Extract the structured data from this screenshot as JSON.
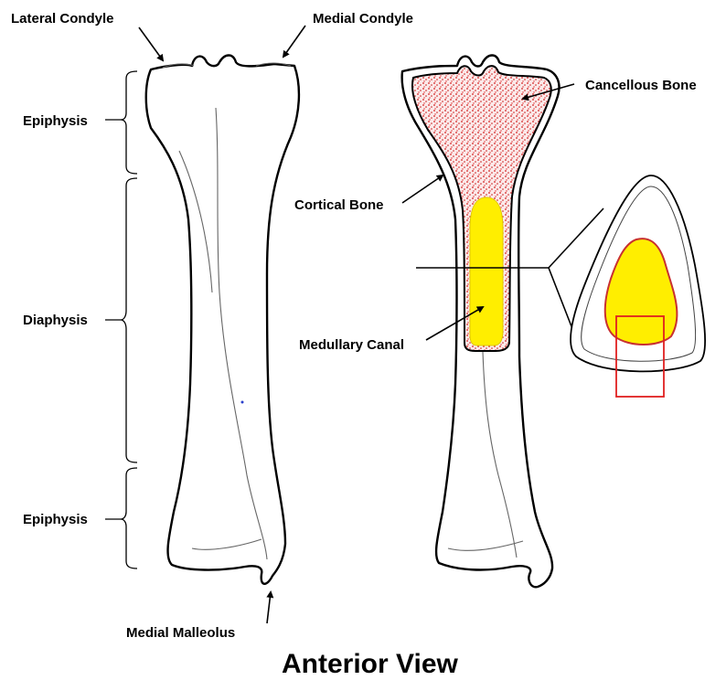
{
  "labels": {
    "lateral_condyle": "Lateral Condyle",
    "medial_condyle": "Medial Condyle",
    "epiphysis_top": "Epiphysis",
    "diaphysis": "Diaphysis",
    "epiphysis_bottom": "Epiphysis",
    "medial_malleolus": "Medial Malleolus",
    "cancellous_bone": "Cancellous Bone",
    "cortical_bone": "Cortical Bone",
    "medullary_canal": "Medullary Canal"
  },
  "title": "Anterior View",
  "colors": {
    "medullary_canal": "#ffee00",
    "cancellous_stipple": "#d42020",
    "highlight_box": "#e02020",
    "outline": "#000000"
  }
}
